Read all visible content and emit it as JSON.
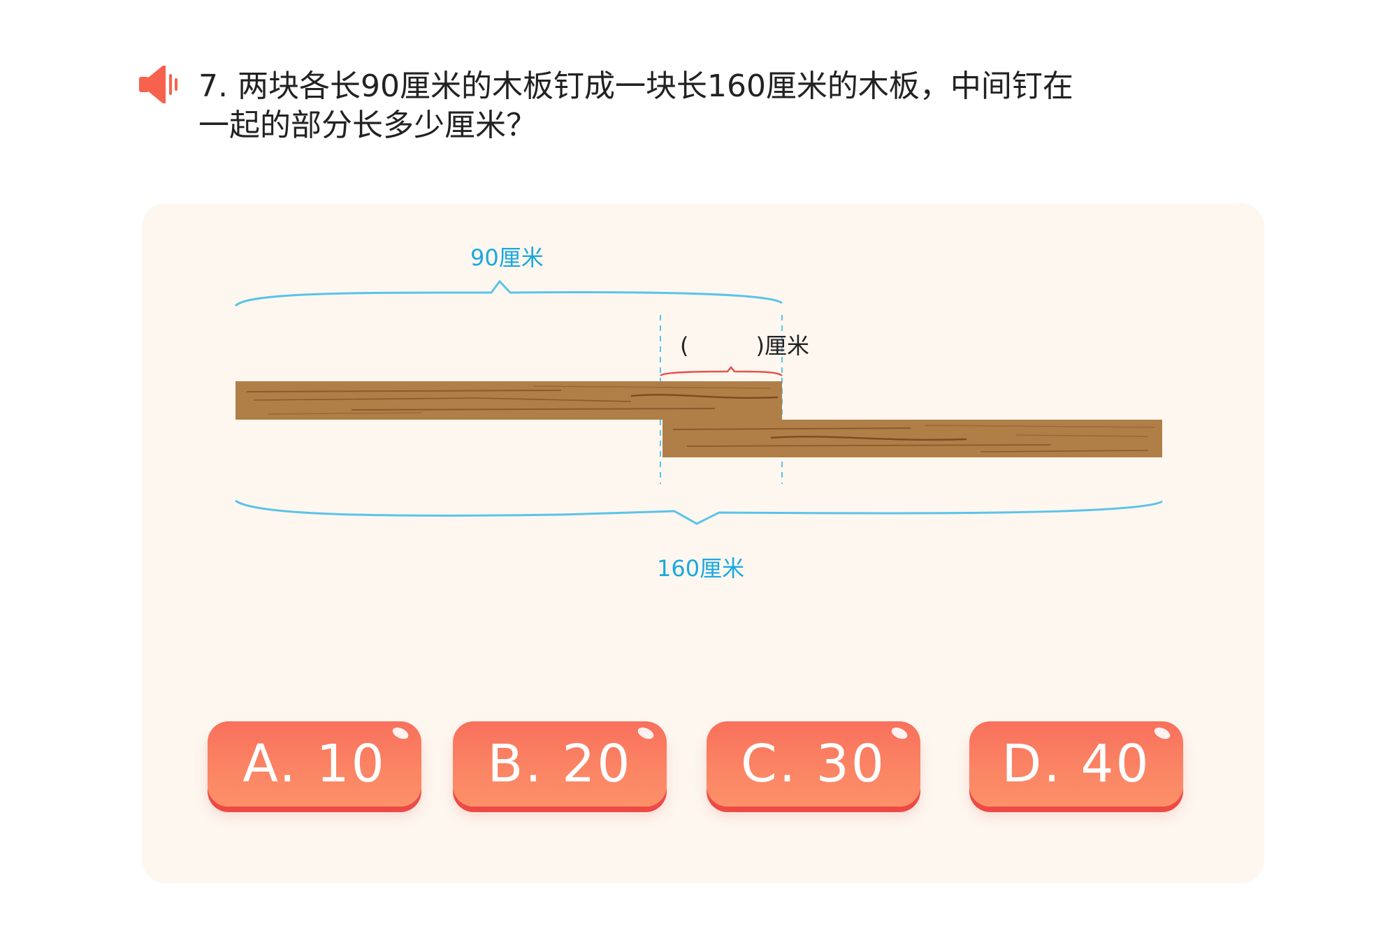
{
  "question": {
    "line1": "7. 两块各长90厘米的木板钉成一块长160厘米的木板，中间钉在",
    "line2": "一起的部分长多少厘米？"
  },
  "icons": {
    "audio": "speaker-icon"
  },
  "diagram": {
    "board_label": "90厘米",
    "total_label": "160厘米",
    "blank_open": "(",
    "blank_close": ")厘米",
    "board_length_cm": 90,
    "total_length_cm": 160
  },
  "options": [
    {
      "label": "A. 10"
    },
    {
      "label": "B. 20"
    },
    {
      "label": "C. 30"
    },
    {
      "label": "D. 40"
    }
  ],
  "colors": {
    "accent_blue": "#1ba8df",
    "brace_red": "#e8504c",
    "wood": "#b07e47",
    "wood_grain": "#8a5a2c",
    "option_top": "#f8705c",
    "option_bottom": "#fc9068",
    "option_edge": "#ee4a45",
    "panel_bg": "#fdf7f0",
    "speaker": "#f7624f"
  }
}
